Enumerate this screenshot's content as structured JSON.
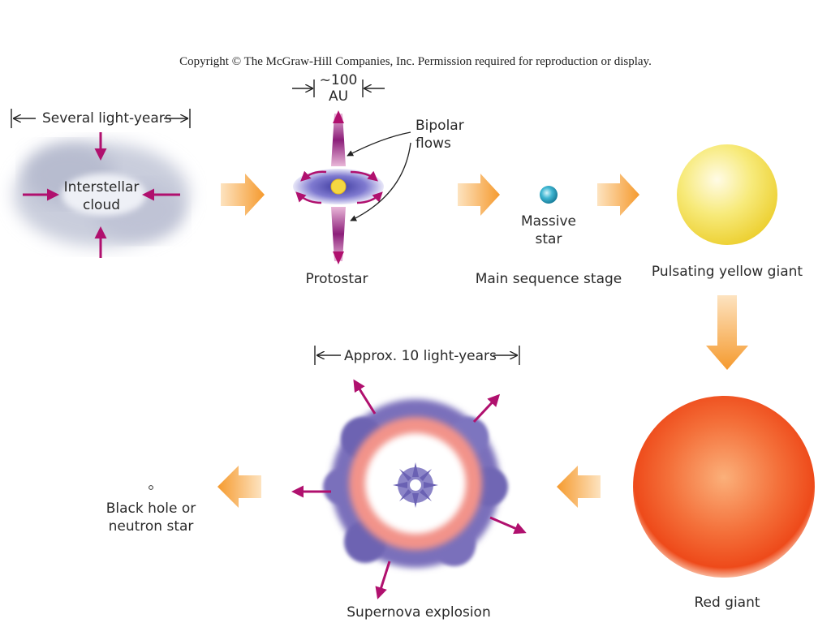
{
  "copyright": "Copyright © The McGraw-Hill Companies, Inc. Permission required for reproduction or display.",
  "labels": {
    "several_light_years": "Several light-years",
    "interstellar_cloud_1": "Interstellar",
    "interstellar_cloud_2": "cloud",
    "au_1": "~100",
    "au_2": "AU",
    "bipolar_1": "Bipolar",
    "bipolar_2": "flows",
    "protostar": "Protostar",
    "massive_star_1": "Massive",
    "massive_star_2": "star",
    "main_sequence": "Main sequence stage",
    "yellow_giant": "Pulsating yellow giant",
    "red_giant": "Red giant",
    "approx_10": "Approx. 10 light-years",
    "supernova": "Supernova explosion",
    "black_hole_1": "Black hole or",
    "black_hole_2": "neutron star"
  },
  "colors": {
    "arrow_magenta": "#b0106e",
    "arrow_orange": "#f59a2e",
    "cloud": "#c6cad9",
    "disk": "#5a55b8",
    "protostar_core": "#f5d742",
    "massive_star": "#2aa6c4",
    "yellow_giant": "#f3df4a",
    "red_giant": "#f25a1e",
    "supernova_outer": "#6f66b4",
    "supernova_inner": "#f08f86",
    "text": "#2a2a2a"
  }
}
